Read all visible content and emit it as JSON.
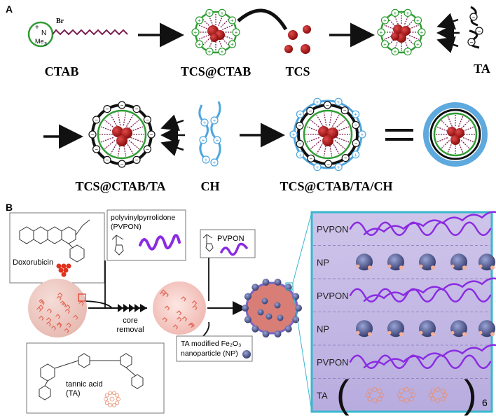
{
  "panel_a": {
    "label": "A",
    "ctab_label": "CTAB",
    "ctab_charge": "+",
    "ctab_n": "N",
    "ctab_me": "Me",
    "ctab_me_sub": "3",
    "ctab_br": "Br",
    "tcs_ctab_label": "TCS@CTAB",
    "tcs_label": "TCS",
    "ta_label": "TA",
    "tcs_ctab_ta_label": "TCS@CTAB/TA",
    "ch_label": "CH",
    "tcs_ctab_ta_ch_label": "TCS@CTAB/TA/CH",
    "plus": "+",
    "minus": "−"
  },
  "panel_b": {
    "label": "B",
    "doxorubicin": "Doxorubicin",
    "pvpon_box_line1": "polyvinylpyrrolidone",
    "pvpon_box_line2": "(PVPON)",
    "pvpon_small": "PVPON",
    "core_removal_line1": "core",
    "core_removal_line2": "removal",
    "ta_np_line1": "TA modified Fe₂O₃",
    "ta_np_line2": "nanoparticle (NP)",
    "tannic_line1": "tannic acid",
    "tannic_line2": "(TA)",
    "layers": [
      "PVPON",
      "NP",
      "PVPON",
      "NP",
      "PVPON",
      "TA"
    ],
    "repeat": "6",
    "colors": {
      "frame": "#39b7cf",
      "pvpon": "#8a2be2",
      "particle": "#5b6ca8"
    }
  }
}
